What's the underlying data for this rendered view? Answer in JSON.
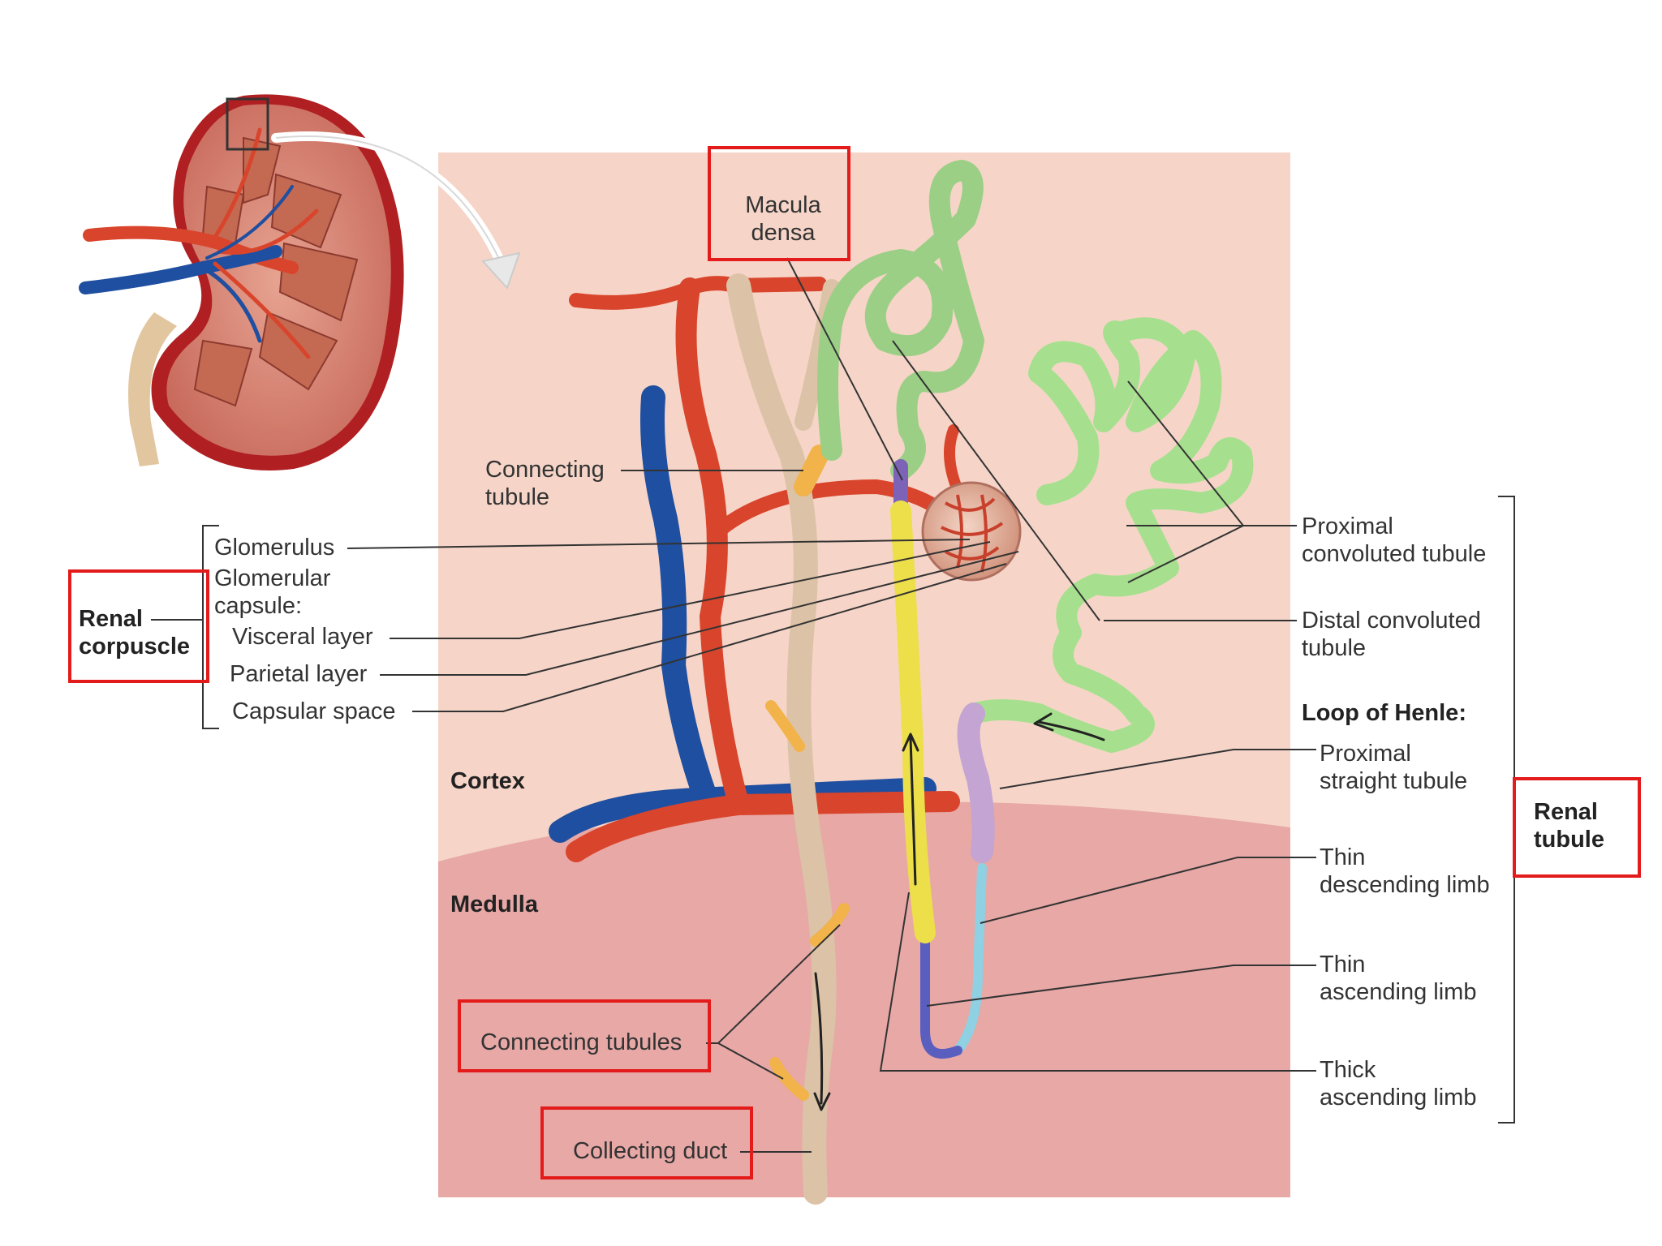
{
  "colors": {
    "highlight_box": "#e31b1b",
    "cortex_bg": "#f6d5c8",
    "medulla_bg": "#e7a8a6",
    "artery": "#d9452c",
    "vein": "#1f4fa0",
    "proximal_tubule": "#9ccf86",
    "distal_tubule": "#a6e08e",
    "collecting_duct": "#dcc2a6",
    "thick_ascending_limb": "#ecdf4a",
    "thin_limbs": "#8fd0e2",
    "proximal_straight": "#c3a4d2",
    "connecting_tubule": "#f1b34a"
  },
  "labels": {
    "macula_densa": "Macula\ndensa",
    "connecting_tubule": "Connecting\ntubule",
    "glomerulus": "Glomerulus",
    "glomerular_capsule": "Glomerular\ncapsule:",
    "visceral_layer": "Visceral layer",
    "parietal_layer": "Parietal layer",
    "capsular_space": "Capsular space",
    "renal_corpuscle": "Renal\ncorpuscle",
    "cortex": "Cortex",
    "medulla": "Medulla",
    "connecting_tubules": "Connecting tubules",
    "collecting_duct": "Collecting duct",
    "proximal_convoluted_tubule": "Proximal\nconvoluted tubule",
    "distal_convoluted_tubule": "Distal convoluted\ntubule",
    "loop_of_henle": "Loop of Henle:",
    "proximal_straight_tubule": "Proximal\nstraight tubule",
    "thin_descending_limb": "Thin\ndescending limb",
    "thin_ascending_limb": "Thin\nascending limb",
    "thick_ascending_limb": "Thick\nascending limb",
    "renal_tubule": "Renal\ntubule"
  }
}
